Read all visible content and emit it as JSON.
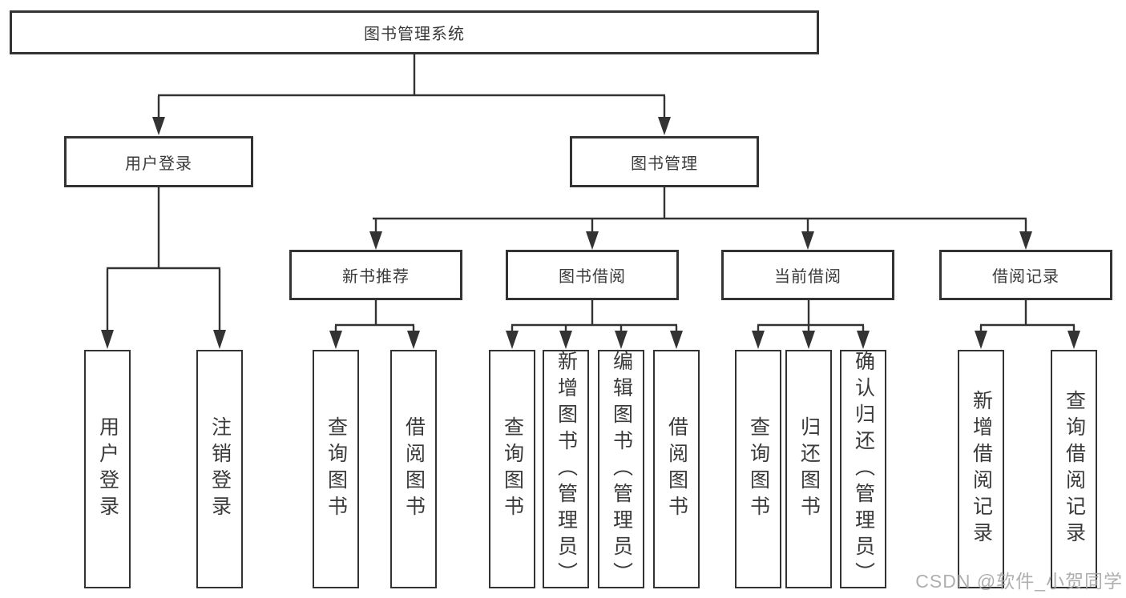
{
  "tree": {
    "root": "图书管理系统",
    "children": [
      {
        "label": "用户登录",
        "children": [
          {
            "label": "用户登录"
          },
          {
            "label": "注销登录"
          }
        ]
      },
      {
        "label": "图书管理",
        "children": [
          {
            "label": "新书推荐",
            "children": [
              {
                "label": "查询图书"
              },
              {
                "label": "借阅图书"
              }
            ]
          },
          {
            "label": "图书借阅",
            "children": [
              {
                "label": "查询图书"
              },
              {
                "label": "新增图书（管理员）"
              },
              {
                "label": "编辑图书（管理员）"
              },
              {
                "label": "借阅图书"
              }
            ]
          },
          {
            "label": "当前借阅",
            "children": [
              {
                "label": "查询图书"
              },
              {
                "label": "归还图书"
              },
              {
                "label": "确认归还（管理员）"
              }
            ]
          },
          {
            "label": "借阅记录",
            "children": [
              {
                "label": "新增借阅记录"
              },
              {
                "label": "查询借阅记录"
              }
            ]
          }
        ]
      }
    ]
  },
  "watermark": "CSDN @软件_小贺同学",
  "colors": {
    "line": "#333333",
    "text": "#3a3a3a",
    "watermark": "#a8a8a8",
    "background": "#ffffff"
  }
}
